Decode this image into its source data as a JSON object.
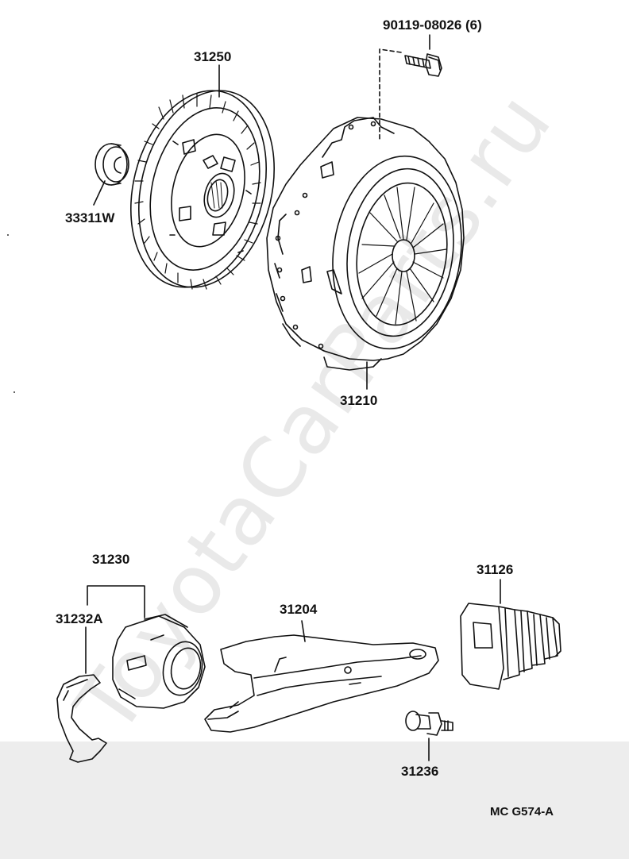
{
  "watermark": "ToyotaCarParts.ru",
  "catalog_code": "MC G574-A",
  "parts": {
    "bolt": "90119-08026 (6)",
    "clutch_disc": "31250",
    "pilot_bearing": "33311W",
    "clutch_cover": "31210",
    "release_bearing_assy": "31230",
    "hub_clip": "31232A",
    "release_fork": "31204",
    "fork_boot": "31126",
    "ball_stud": "31236"
  }
}
